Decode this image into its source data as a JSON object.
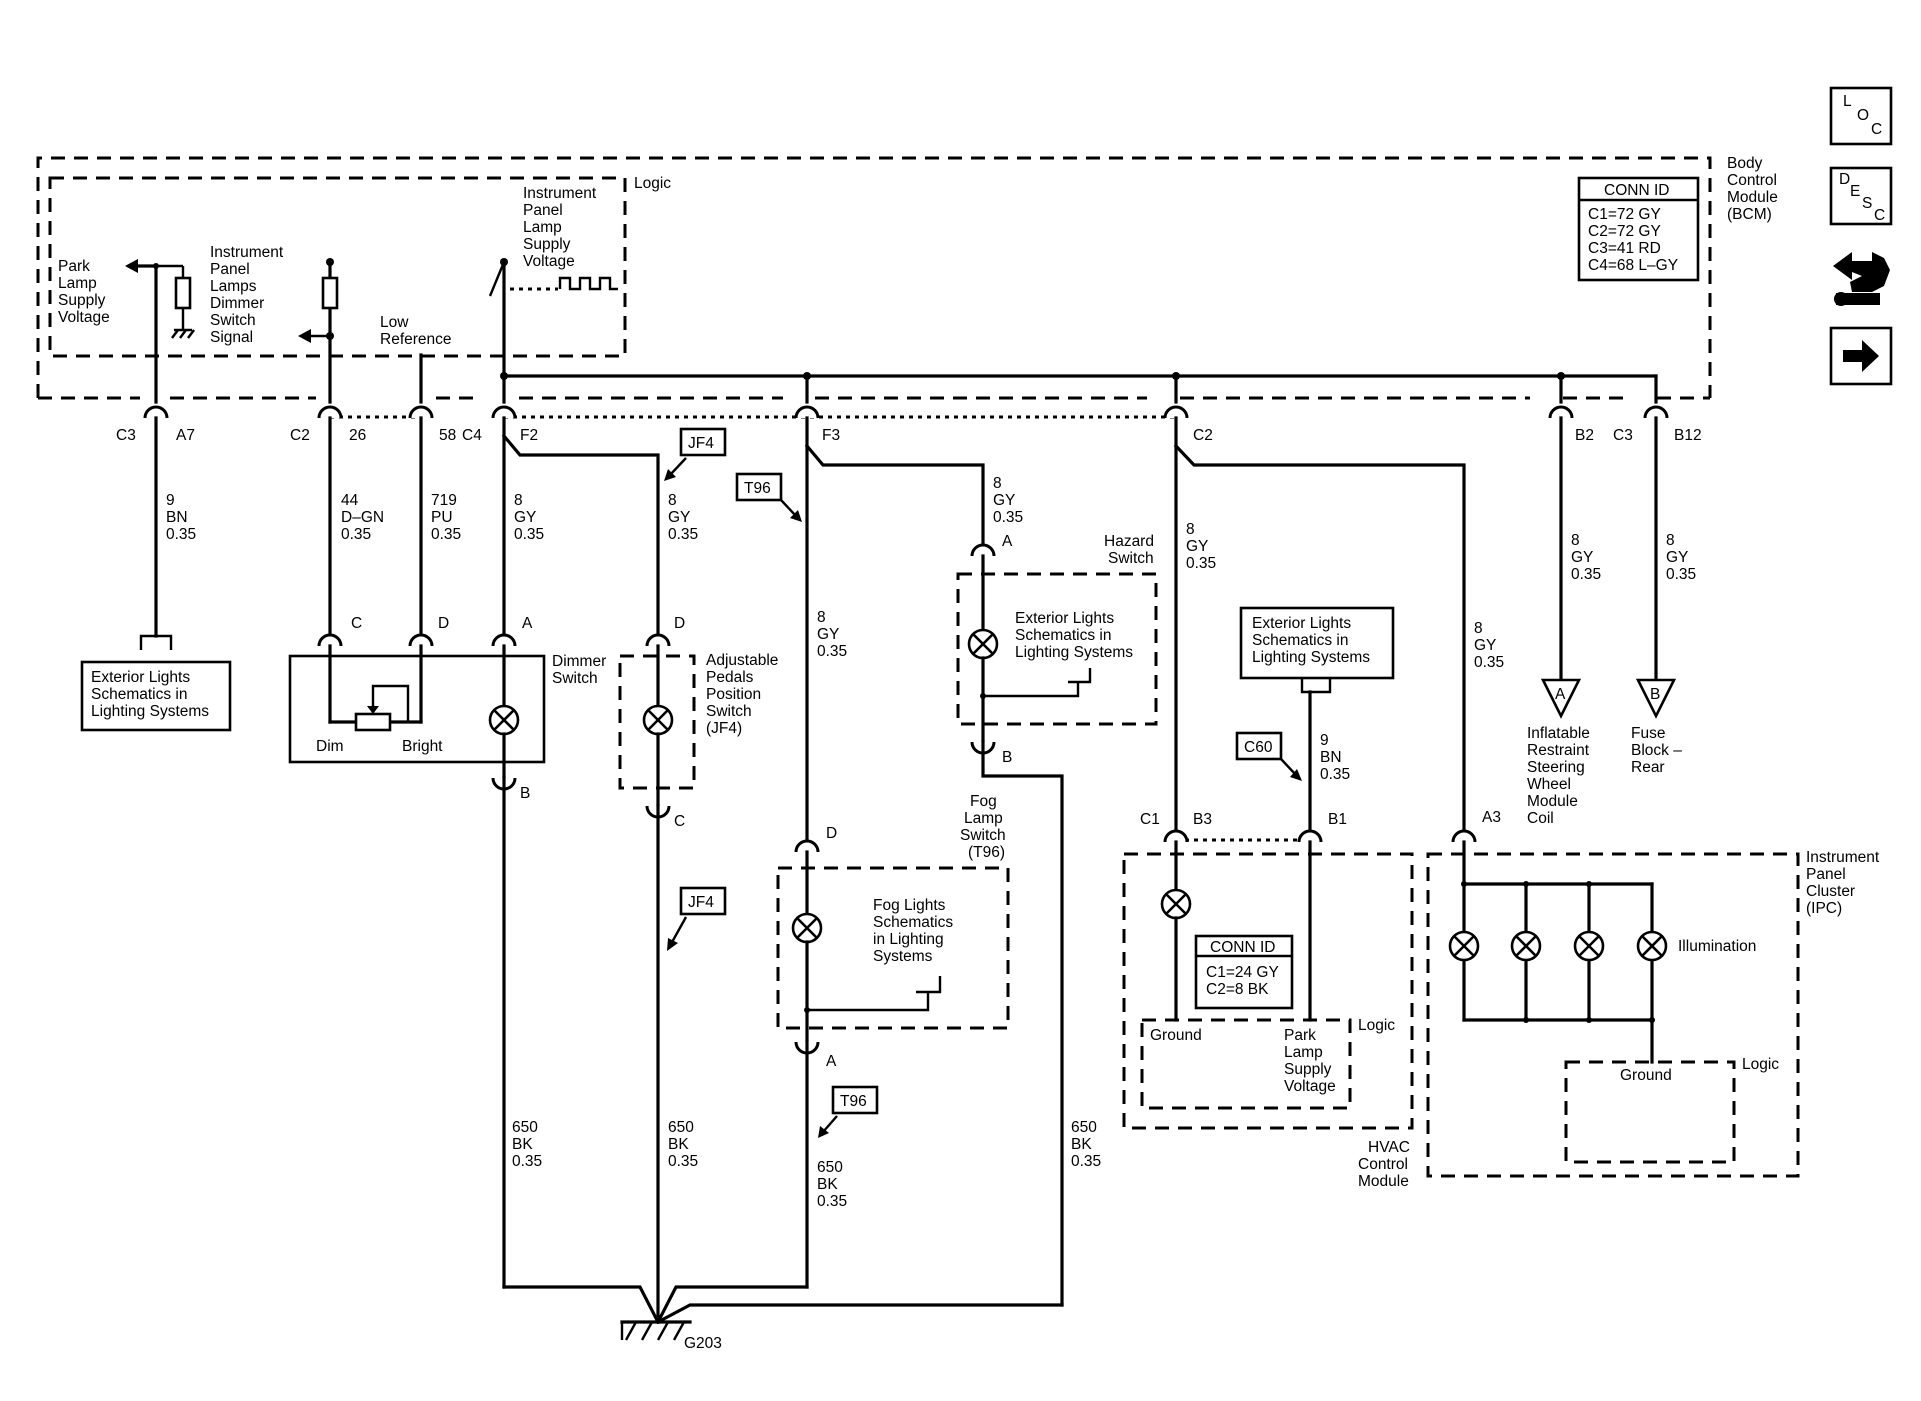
{
  "nav": {
    "loc": {
      "l": "L",
      "o": "O",
      "c": "C"
    },
    "desc": {
      "d": "D",
      "e": "E",
      "s": "S",
      "c": "C"
    }
  },
  "bcm": {
    "label": [
      "Body",
      "Control",
      "Module",
      "(BCM)"
    ],
    "logic": "Logic",
    "conn_id_title": "CONN ID",
    "conn_ids": [
      "C1=72 GY",
      "C2=72 GY",
      "C3=41 RD",
      "C4=68 L–GY"
    ],
    "park_lamp": [
      "Park",
      "Lamp",
      "Supply",
      "Voltage"
    ],
    "dimmer_signal": [
      "Instrument",
      "Panel",
      "Lamps",
      "Dimmer",
      "Switch",
      "Signal"
    ],
    "low_reference": [
      "Low",
      "Reference"
    ],
    "ip_lamp": [
      "Instrument",
      "Panel",
      "Lamp",
      "Supply",
      "Voltage"
    ]
  },
  "pins": {
    "c3": "C3",
    "a7": "A7",
    "c2": "C2",
    "p26": "26",
    "p58": "58",
    "c4": "C4",
    "f2": "F2",
    "f3": "F3",
    "c2b": "C2",
    "b2": "B2",
    "c3b": "C3",
    "b12": "B12"
  },
  "wires": {
    "w1": [
      "9",
      "BN",
      "0.35"
    ],
    "w2": [
      "44",
      "D–GN",
      "0.35"
    ],
    "w3": [
      "719",
      "PU",
      "0.35"
    ],
    "w4": [
      "8",
      "GY",
      "0.35"
    ],
    "w5": [
      "8",
      "GY",
      "0.35"
    ],
    "w6": [
      "8",
      "GY",
      "0.35"
    ],
    "w7": [
      "8",
      "GY",
      "0.35"
    ],
    "w8": [
      "8",
      "GY",
      "0.35"
    ],
    "w9": [
      "8",
      "GY",
      "0.35"
    ],
    "w10": [
      "8",
      "GY",
      "0.35"
    ],
    "w11": [
      "8",
      "GY",
      "0.35"
    ],
    "w12": [
      "9",
      "BN",
      "0.35"
    ],
    "g1": [
      "650",
      "BK",
      "0.35"
    ],
    "g2": [
      "650",
      "BK",
      "0.35"
    ],
    "g3": [
      "650",
      "BK",
      "0.35"
    ],
    "g4": [
      "650",
      "BK",
      "0.35"
    ]
  },
  "ext_lights_ref": [
    "Exterior Lights",
    "Schematics in",
    "Lighting Systems"
  ],
  "dimmer_switch": {
    "label": [
      "Dimmer",
      "Switch"
    ],
    "dim": "Dim",
    "bright": "Bright",
    "pin_c": "C",
    "pin_d": "D",
    "pin_a": "A",
    "pin_b": "B"
  },
  "adj_pedals": {
    "label": [
      "Adjustable",
      "Pedals",
      "Position",
      "Switch",
      "(JF4)"
    ],
    "pin_d": "D",
    "pin_c": "C"
  },
  "hazard": {
    "label": [
      "Hazard",
      "Switch"
    ],
    "ref": [
      "Exterior Lights",
      "Schematics in",
      "Lighting Systems"
    ],
    "pin_a": "A",
    "pin_b": "B"
  },
  "fog": {
    "label": [
      "Fog",
      "Lamp",
      "Switch",
      "(T96)"
    ],
    "ref": [
      "Fog Lights",
      "Schematics",
      "in Lighting",
      "Systems"
    ],
    "pin_d": "D",
    "pin_a": "A"
  },
  "hvac": {
    "ref": [
      "Exterior Lights",
      "Schematics in",
      "Lighting Systems"
    ],
    "label": [
      "HVAC",
      "Control",
      "Module"
    ],
    "conn_id_title": "CONN ID",
    "conn_ids": [
      "C1=24 GY",
      "C2=8 BK"
    ],
    "ground": "Ground",
    "park_lamp": [
      "Park",
      "Lamp",
      "Supply",
      "Voltage"
    ],
    "logic": "Logic",
    "pin_c1": "C1",
    "pin_b3": "B3",
    "pin_b1": "B1"
  },
  "ipc": {
    "label": [
      "Instrument",
      "Panel",
      "Cluster",
      "(IPC)"
    ],
    "illumination": "Illumination",
    "ground": "Ground",
    "logic": "Logic",
    "pin_a3": "A3"
  },
  "refs": {
    "jf4": "JF4",
    "t96": "T96",
    "c60": "C60"
  },
  "destinations": {
    "a_tri": "A",
    "a_label": [
      "Inflatable",
      "Restraint",
      "Steering",
      "Wheel",
      "Module",
      "Coil"
    ],
    "b_tri": "B",
    "b_label": [
      "Fuse",
      "Block –",
      "Rear"
    ]
  },
  "ground_label": "G203"
}
